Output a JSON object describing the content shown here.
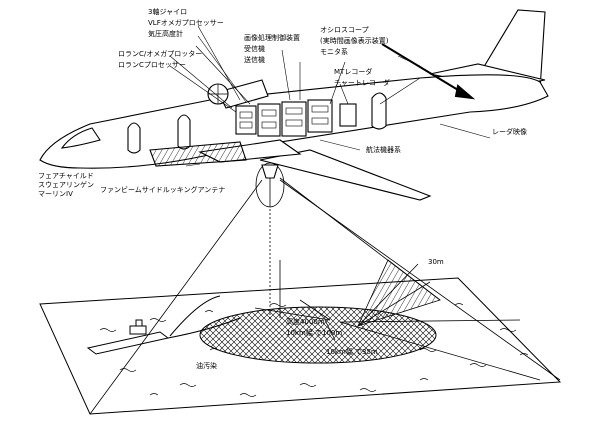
{
  "diagram": {
    "labels": {
      "gyro": "3軸ジャイロ",
      "vlf_omega": "VLFオメガプロセッサー",
      "baro_alt": "気圧高度計",
      "loran_c_omega": "ロランC/オメガプロッター",
      "loran_c_proc": "ロランCプロセッサー",
      "radar_proc": "画像処理制御装置",
      "data_rec": "受信機",
      "transmitter": "送信機",
      "oscilloscope": "オシロスコープ",
      "realtime_disp": "(実時間画像表示装置)",
      "monitor": "モニタ系",
      "mt_recorder": "MTレコーダ",
      "chart_recorder": "チャートレコーダ",
      "radar_image": "レーダ映像",
      "nav_system": "航法機器系",
      "aircraft": "フェアチャイルド スウェアリンゲン マーリンIV",
      "aircraft_l1": "フェアチャイルド",
      "aircraft_l2": "スウェアリンゲン",
      "aircraft_l3": "マーリンIV",
      "antenna": "ファンビームサイドルッキングアンテナ",
      "angle": "30m",
      "swath": "高度4000m",
      "swath2": "10km幅 で100m",
      "resolution": "10km幅 で35m",
      "oil_slick": "油汚染"
    }
  }
}
